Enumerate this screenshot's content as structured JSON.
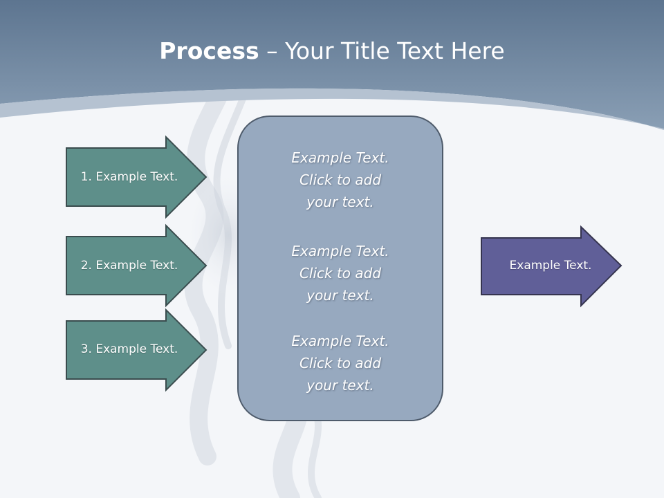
{
  "title": {
    "bold": "Process",
    "rest": " – Your Title Text Here"
  },
  "inputs": [
    {
      "label": "1. Example Text."
    },
    {
      "label": "2. Example Text."
    },
    {
      "label": "3. Example Text."
    }
  ],
  "center_blocks": [
    {
      "line1": "Example Text.",
      "line2": "Click  to add",
      "line3": "your text."
    },
    {
      "line1": "Example Text.",
      "line2": "Click  to add",
      "line3": "your text."
    },
    {
      "line1": "Example Text.",
      "line2": "Click  to add",
      "line3": "your text."
    }
  ],
  "output": {
    "label": "Example Text."
  },
  "colors": {
    "header": "#6e859d",
    "input_arrow": "#5e8f8a",
    "center_box": "#97a9bf",
    "output_arrow": "#605f98"
  }
}
